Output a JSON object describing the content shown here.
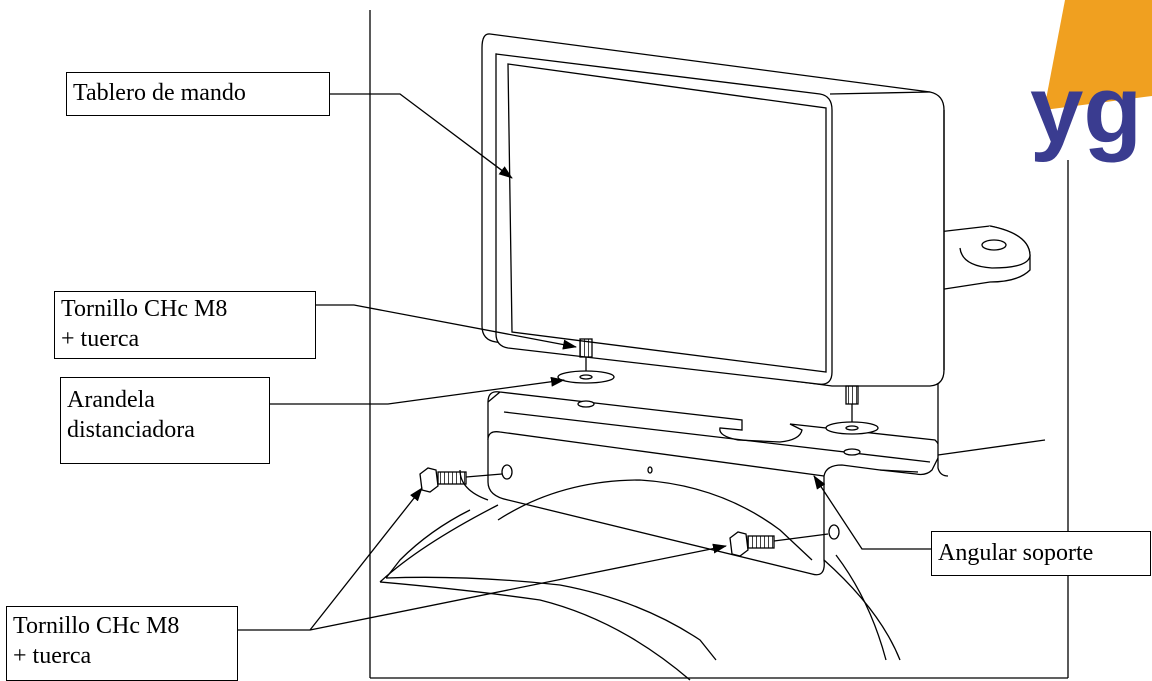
{
  "labels": {
    "tablero": "Tablero de mando",
    "tornillo_top": [
      "Tornillo CHc M8",
      "+ tuerca"
    ],
    "arandela": [
      "Arandela",
      "distanciadora"
    ],
    "angular": "Angular soporte",
    "tornillo_bottom": [
      "Tornillo CHc M8",
      "+ tuerca"
    ]
  },
  "logo": {
    "text": "yg",
    "colors": {
      "orange": "#f0a020",
      "blue": "#3a3c90"
    }
  },
  "colors": {
    "line": "#000000",
    "background": "#ffffff"
  }
}
